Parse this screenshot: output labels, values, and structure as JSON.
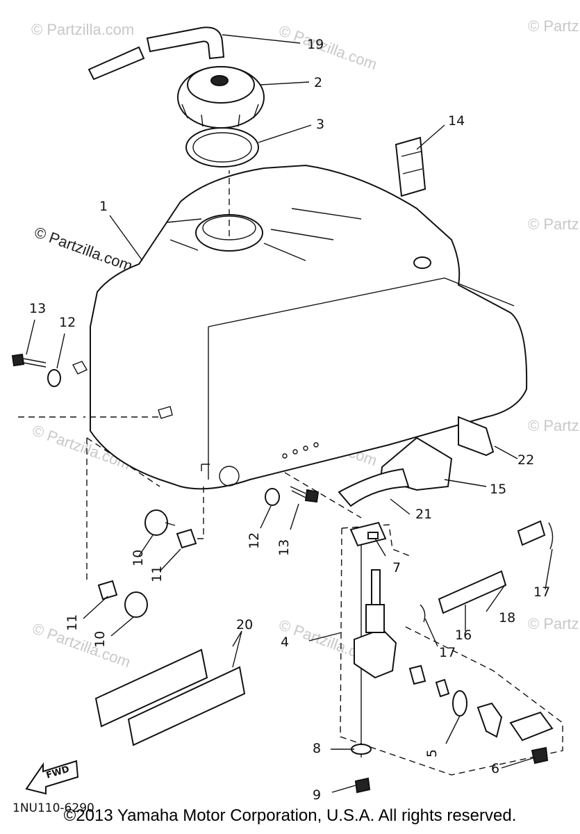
{
  "watermark": "© Partzilla.com",
  "diagram_code": "1NU110-6290",
  "fwd_label": "FWD",
  "copyright": "©2013 Yamaha Motor Corporation, U.S.A. All rights reserved.",
  "callouts": {
    "c1": "1",
    "c2": "2",
    "c3": "3",
    "c4": "4",
    "c5": "5",
    "c6": "6",
    "c7": "7",
    "c8": "8",
    "c9": "9",
    "c10a": "10",
    "c10b": "10",
    "c11a": "11",
    "c11b": "11",
    "c12a": "12",
    "c12b": "12",
    "c13a": "13",
    "c13b": "13",
    "c14": "14",
    "c15": "15",
    "c16": "16",
    "c17a": "17",
    "c17b": "17",
    "c18": "18",
    "c19": "19",
    "c20": "20",
    "c21": "21",
    "c22": "22"
  }
}
